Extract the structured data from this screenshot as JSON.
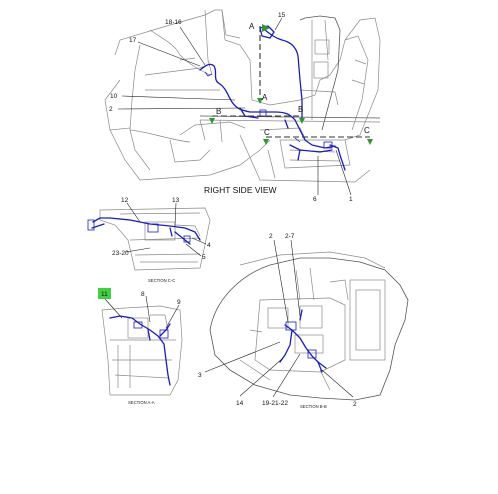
{
  "view_title": "RIGHT SIDE VIEW",
  "section_labels": {
    "cc": "SECTION C-C",
    "aa": "SECTION A-A",
    "bb": "SECTION B-B"
  },
  "section_letters": {
    "a_top": "A",
    "a_mid": "A",
    "b_left": "B",
    "b_right": "B",
    "c_left": "C",
    "c_right": "C"
  },
  "callouts": {
    "c15": "15",
    "c18_16": "18-16",
    "c17": "17",
    "c10": "10",
    "c2_main": "2",
    "c6": "6",
    "c1": "1",
    "c12": "12",
    "c13": "13",
    "c4": "4",
    "c5": "5",
    "c23_20": "23-20",
    "c11": "11",
    "c8": "8",
    "c9": "9",
    "c2_bb": "2",
    "c2_7": "2-7",
    "c3": "3",
    "c14": "14",
    "c19_21_22": "19-21-22",
    "c2_bb_low": "2"
  },
  "highlight_color": "#3fd13f",
  "harness_color": "#1b1bc9"
}
